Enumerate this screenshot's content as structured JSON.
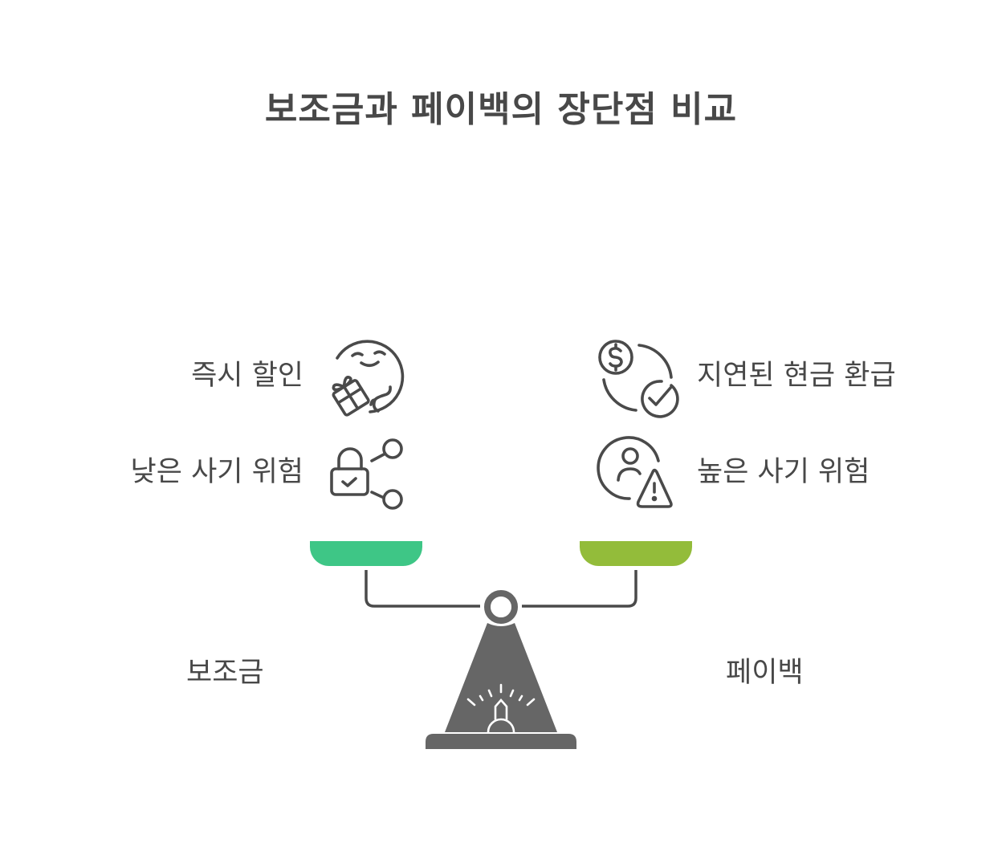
{
  "title": "보조금과 페이백의 장단점 비교",
  "left": {
    "name": "보조금",
    "color": "#3EC686",
    "items": [
      {
        "label": "즉시 할인",
        "icon": "gift-smile-icon"
      },
      {
        "label": "낮은 사기 위험",
        "icon": "lock-share-icon"
      }
    ]
  },
  "right": {
    "name": "페이백",
    "color": "#93BC3A",
    "items": [
      {
        "label": "지연된 현금 환급",
        "icon": "dollar-cycle-check-icon"
      },
      {
        "label": "높은 사기 위험",
        "icon": "user-warning-icon"
      }
    ]
  },
  "colors": {
    "text": "#484848",
    "stand": "#666666",
    "beam": "#4a4a4a"
  }
}
